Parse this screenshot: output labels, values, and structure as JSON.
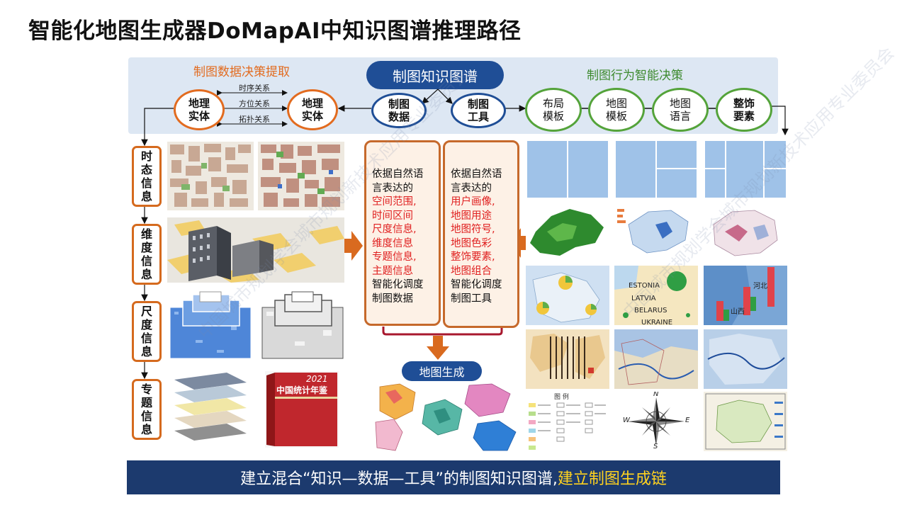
{
  "title": "智能化地图生成器DoMapAI中知识图谱推理路径",
  "top": {
    "left_label": "制图数据决策提取",
    "center_label": "制图知识图谱",
    "right_label": "制图行为智能决策",
    "entity_a": "地理\n实体",
    "entity_b": "地理\n实体",
    "relations": [
      "时序关系",
      "方位关系",
      "拓扑关系"
    ],
    "kg_nodes": [
      "制图\n数据",
      "制图\n工具"
    ],
    "green_nodes": [
      "布局\n模板",
      "地图\n模板",
      "地图\n语言",
      "整饰\n要素"
    ]
  },
  "left_boxes": [
    "时\n态\n信\n息",
    "维\n度\n信\n息",
    "尺\n度\n信\n息",
    "专\n题\n信\n息"
  ],
  "yearbook": {
    "year": "2021",
    "name": "中国统计年鉴"
  },
  "text_box_left": {
    "intro": "依据自然语言表达的",
    "items": [
      "空间范围,",
      "时间区间",
      "尺度信息,",
      "维度信息",
      "专题信息,",
      "主题信息"
    ],
    "outro": "智能化调度制图数据"
  },
  "text_box_right": {
    "intro": "依据自然语言表达的",
    "items": [
      "用户画像,",
      "地图用途",
      "地图符号,",
      "地图色彩",
      "整饰要素,",
      "地图组合"
    ],
    "outro": "智能化调度制图工具"
  },
  "gen_label": "地图生成",
  "map_labels": [
    "ESTONIA",
    "LATVIA",
    "BELARUS",
    "UKRAINE",
    "山西",
    "河北"
  ],
  "legend_title": "图 例",
  "compass": [
    "N",
    "S",
    "W",
    "E"
  ],
  "footer": {
    "main": "建立混合“知识—数据—工具”的制图知识图谱,",
    "highlight": "建立制图生成链"
  },
  "watermark": "中国城市规划学会城市规划新技术应用专业委员会",
  "colors": {
    "orange": "#e26b1f",
    "navy": "#1f4e96",
    "green": "#54a33a",
    "red_text": "#e02020",
    "footer_bg": "#1c3a6e",
    "footer_highlight": "#ffd21f"
  }
}
